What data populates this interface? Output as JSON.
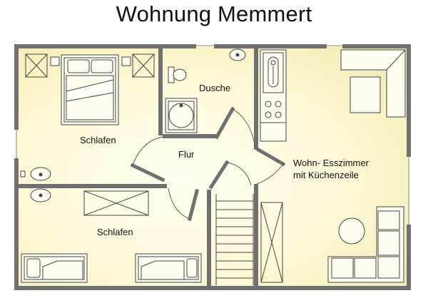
{
  "title": "Wohnung Memmert",
  "rooms": {
    "bedroom_top": "Schlafen",
    "shower": "Dusche",
    "hall": "Flur",
    "living_line1": "Wohn- Esszimmer",
    "living_line2": "mit Küchenzeile",
    "bedroom_bottom": "Schlafen"
  },
  "colors": {
    "wall": "#6f6f6f",
    "floor_light": "#fffde6",
    "floor_warm": "#f7f0b8",
    "line": "#444444"
  }
}
